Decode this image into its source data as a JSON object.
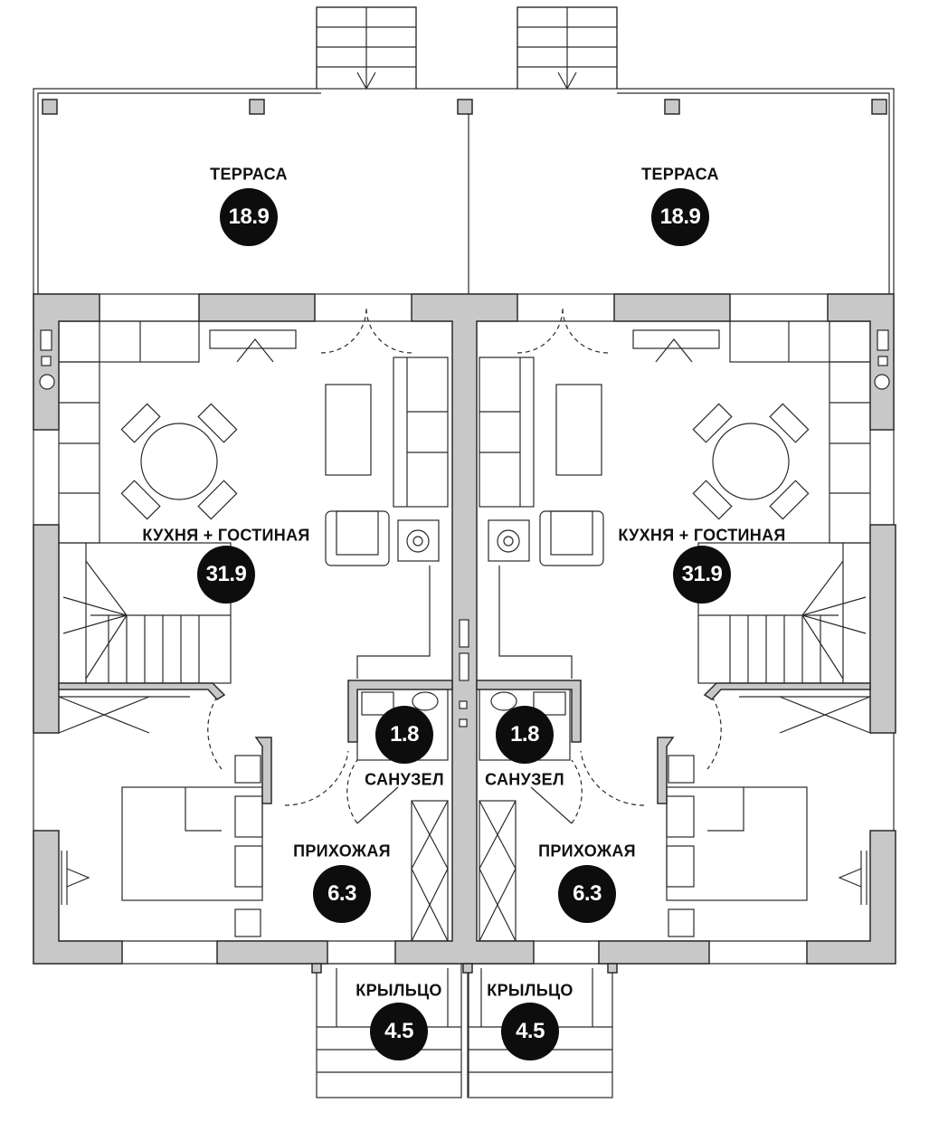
{
  "rooms": [
    {
      "id": "terrace-left",
      "name": "ТЕРРАСА",
      "area": "18.9"
    },
    {
      "id": "terrace-right",
      "name": "ТЕРРАСА",
      "area": "18.9"
    },
    {
      "id": "kitchen-left",
      "name": "КУХНЯ + ГОСТИНАЯ",
      "area": "31.9"
    },
    {
      "id": "kitchen-right",
      "name": "КУХНЯ + ГОСТИНАЯ",
      "area": "31.9"
    },
    {
      "id": "bath-left",
      "name": "САНУЗЕЛ",
      "area": "1.8"
    },
    {
      "id": "bath-right",
      "name": "САНУЗЕЛ",
      "area": "1.8"
    },
    {
      "id": "hall-left",
      "name": "ПРИХОЖАЯ",
      "area": "6.3"
    },
    {
      "id": "hall-right",
      "name": "ПРИХОЖАЯ",
      "area": "6.3"
    },
    {
      "id": "porch-left",
      "name": "КРЫЛЬЦО",
      "area": "4.5"
    },
    {
      "id": "porch-right",
      "name": "КРЫЛЬЦО",
      "area": "4.5"
    }
  ],
  "colors": {
    "wall": "#c8c8c8",
    "line": "#2a2a2a",
    "badge": "#0d0d0d"
  }
}
